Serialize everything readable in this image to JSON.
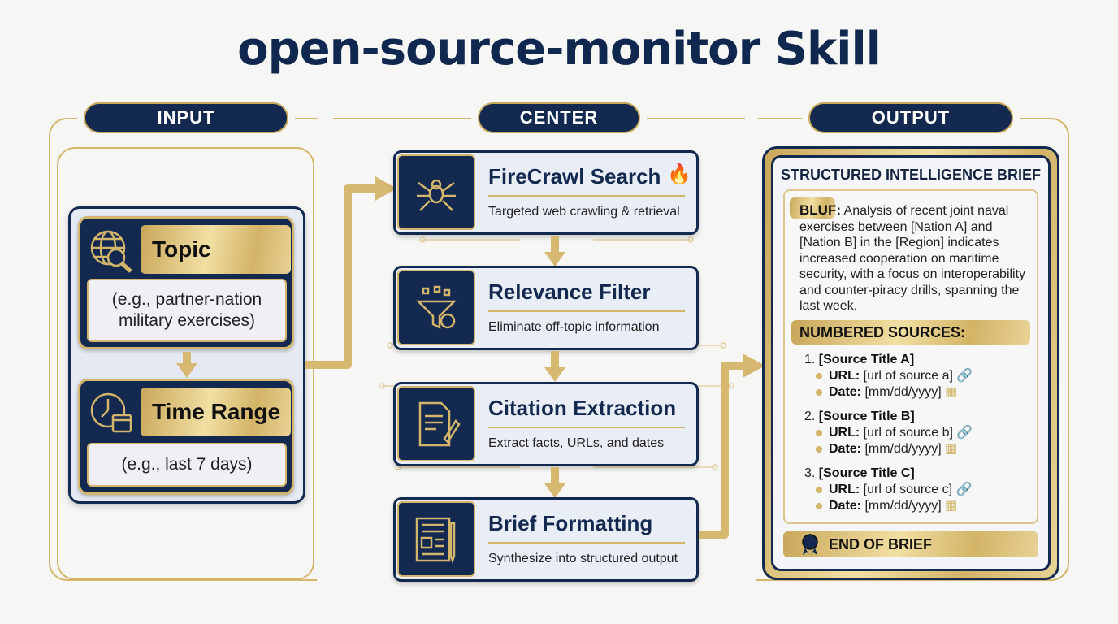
{
  "title": "open-source-monitor Skill",
  "sections": {
    "input": "INPUT",
    "center": "CENTER",
    "output": "OUTPUT"
  },
  "input": {
    "cards": [
      {
        "title": "Topic",
        "example": "(e.g., partner-nation military exercises)",
        "icon": "globe-search-icon"
      },
      {
        "title": "Time Range",
        "example": "(e.g., last 7 days)",
        "icon": "clock-calendar-icon"
      }
    ]
  },
  "center": {
    "steps": [
      {
        "title": "FireCrawl Search",
        "subtitle": "Targeted web crawling & retrieval",
        "icon": "spider-web-crawl-icon"
      },
      {
        "title": "Relevance Filter",
        "subtitle": "Eliminate off-topic information",
        "icon": "funnel-filter-icon"
      },
      {
        "title": "Citation Extraction",
        "subtitle": "Extract facts, URLs, and dates",
        "icon": "document-pen-icon"
      },
      {
        "title": "Brief Formatting",
        "subtitle": "Synthesize into structured output",
        "icon": "newspaper-pen-icon"
      }
    ]
  },
  "output": {
    "heading": "STRUCTURED INTELLIGENCE BRIEF",
    "bluf_label": "BLUF:",
    "bluf_text": "Analysis of recent joint naval exercises between [Nation A] and [Nation B] in the [Region] indicates increased cooperation on maritime security, with a focus on interoperability and counter-piracy drills, spanning the last week.",
    "sources_label": "NUMBERED SOURCES:",
    "url_label": "URL:",
    "date_label": "Date:",
    "sources": [
      {
        "num": "1.",
        "title": "[Source Title A]",
        "url": "[url of source a]",
        "date": "[mm/dd/yyyy]"
      },
      {
        "num": "2.",
        "title": "[Source Title B]",
        "url": "[url of source b]",
        "date": "[mm/dd/yyyy]"
      },
      {
        "num": "3.",
        "title": "[Source Title C]",
        "url": "[url of source c]",
        "date": "[mm/dd/yyyy]"
      }
    ],
    "footer": "END OF BRIEF"
  },
  "colors": {
    "navy": "#13294f",
    "gold": "#d3b56b",
    "background": "#f6f6f4"
  }
}
